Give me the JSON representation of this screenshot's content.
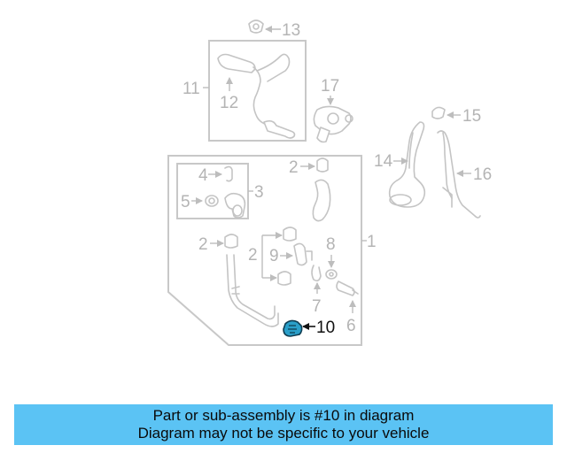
{
  "diagram": {
    "callouts": [
      "1",
      "2",
      "3",
      "4",
      "5",
      "6",
      "7",
      "8",
      "9",
      "10",
      "11",
      "12",
      "13",
      "14",
      "15",
      "16",
      "17"
    ],
    "highlighted_part": "10"
  },
  "banner": {
    "line1": "Part or sub-assembly is #10 in diagram",
    "line2": "Diagram may not be specific to your vehicle"
  },
  "colors": {
    "banner_background": "#5bc3f4",
    "highlight_part": "#2a9fc9",
    "diagram_lines": "#c4c4c4"
  }
}
